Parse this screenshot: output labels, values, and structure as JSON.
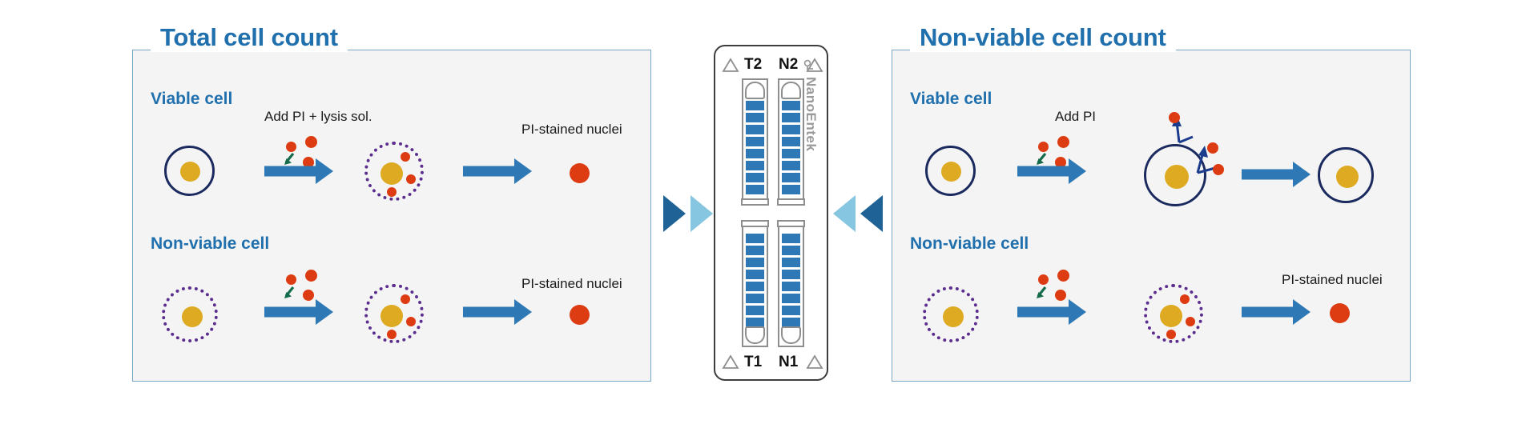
{
  "panels": {
    "left": {
      "title": "Total cell count",
      "rows": [
        {
          "label": "Viable cell",
          "reagent_label": "Add PI + lysis sol.",
          "result_label": "PI-stained nuclei",
          "start_membrane": "intact",
          "end_membrane": "lysed"
        },
        {
          "label": "Non-viable cell",
          "reagent_label": "",
          "result_label": "PI-stained nuclei",
          "start_membrane": "lysed",
          "end_membrane": "lysed"
        }
      ]
    },
    "right": {
      "title": "Non-viable cell count",
      "rows": [
        {
          "label": "Viable cell",
          "reagent_label": "Add PI",
          "result_label": "",
          "start_membrane": "intact",
          "end_membrane": "intact"
        },
        {
          "label": "Non-viable cell",
          "reagent_label": "",
          "result_label": "PI-stained nuclei",
          "start_membrane": "lysed",
          "end_membrane": "lysed"
        }
      ]
    }
  },
  "cartridge": {
    "brand": "NanoEntek",
    "chamber_top_left": "T2",
    "chamber_top_right": "N2",
    "chamber_bottom_left": "T1",
    "chamber_bottom_right": "N1"
  },
  "colors": {
    "accent_blue": "#2170ae",
    "arrow_blue": "#2e79b5",
    "membrane_intact": "#1b2a5e",
    "membrane_lysed": "#5b2d8e",
    "nucleus": "#ddaa22",
    "pi_dye": "#dd3c12",
    "panel_bg": "#f4f4f4",
    "panel_border": "#7aa6c8",
    "triangle_dark": "#1f6396",
    "triangle_light": "#86c6e0"
  }
}
